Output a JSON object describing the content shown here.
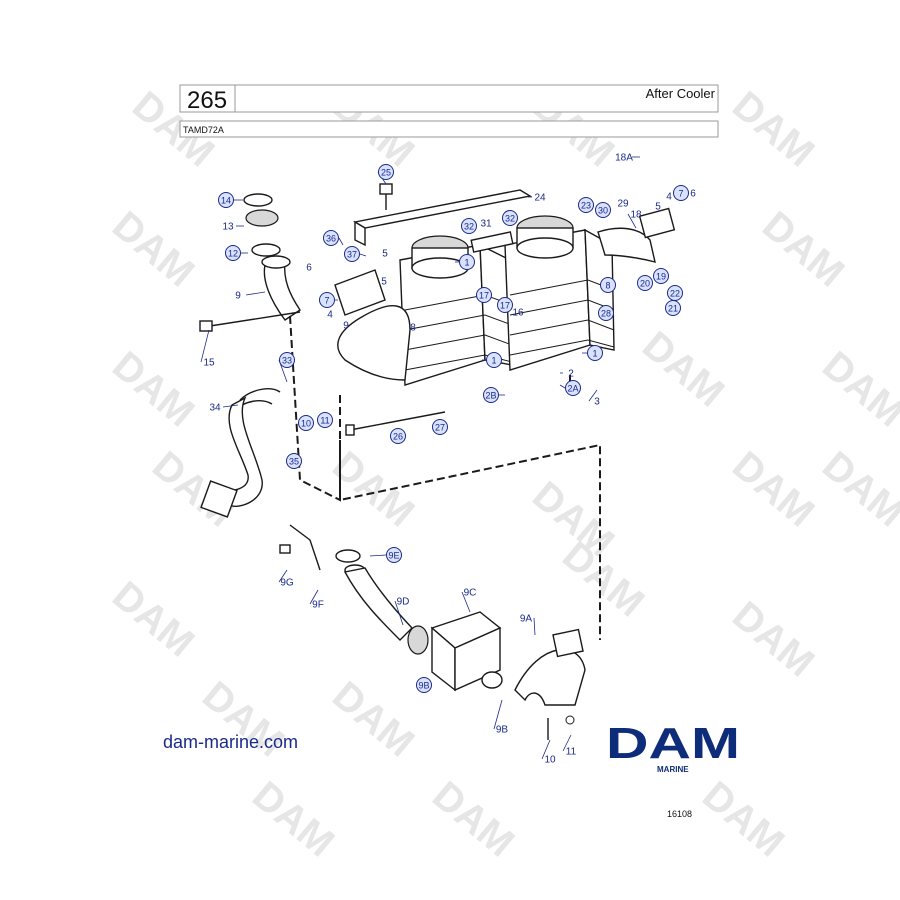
{
  "header": {
    "page_number": "265",
    "title": "After Cooler",
    "model": "TAMD72A"
  },
  "watermark": {
    "text": "DAM"
  },
  "footer": {
    "website": "dam-marine.com",
    "logo_text": "DAM",
    "logo_sub": "MARINE",
    "reference": "16108"
  },
  "callouts": [
    {
      "id": "c-14",
      "text": "14",
      "circled": true
    },
    {
      "id": "c-13",
      "text": "13",
      "circled": false
    },
    {
      "id": "c-12",
      "text": "12",
      "circled": true
    },
    {
      "id": "c-9a",
      "text": "9",
      "circled": false
    },
    {
      "id": "c-15",
      "text": "15",
      "circled": false
    },
    {
      "id": "c-6a",
      "text": "6",
      "circled": false
    },
    {
      "id": "c-7a",
      "text": "7",
      "circled": true
    },
    {
      "id": "c-4a",
      "text": "4",
      "circled": false
    },
    {
      "id": "c-9b",
      "text": "9",
      "circled": false
    },
    {
      "id": "c-36",
      "text": "36",
      "circled": true
    },
    {
      "id": "c-37",
      "text": "37",
      "circled": true
    },
    {
      "id": "c-5a",
      "text": "5",
      "circled": false
    },
    {
      "id": "c-5b",
      "text": "5",
      "circled": false
    },
    {
      "id": "c-8a",
      "text": "8",
      "circled": false
    },
    {
      "id": "c-25",
      "text": "25",
      "circled": true
    },
    {
      "id": "c-24",
      "text": "24",
      "circled": false
    },
    {
      "id": "c-32a",
      "text": "32",
      "circled": true
    },
    {
      "id": "c-31",
      "text": "31",
      "circled": false
    },
    {
      "id": "c-32b",
      "text": "32",
      "circled": true
    },
    {
      "id": "c-23",
      "text": "23",
      "circled": true
    },
    {
      "id": "c-30",
      "text": "30",
      "circled": true
    },
    {
      "id": "c-29",
      "text": "29",
      "circled": false
    },
    {
      "id": "c-18a",
      "text": "18A",
      "circled": false
    },
    {
      "id": "c-18",
      "text": "18",
      "circled": false
    },
    {
      "id": "c-5c",
      "text": "5",
      "circled": false
    },
    {
      "id": "c-4b",
      "text": "4",
      "circled": false
    },
    {
      "id": "c-7b",
      "text": "7",
      "circled": true
    },
    {
      "id": "c-6b",
      "text": "6",
      "circled": false
    },
    {
      "id": "c-19",
      "text": "19",
      "circled": true
    },
    {
      "id": "c-20",
      "text": "20",
      "circled": true
    },
    {
      "id": "c-22",
      "text": "22",
      "circled": true
    },
    {
      "id": "c-21",
      "text": "21",
      "circled": true
    },
    {
      "id": "c-8b",
      "text": "8",
      "circled": true
    },
    {
      "id": "c-28",
      "text": "28",
      "circled": true
    },
    {
      "id": "c-17a",
      "text": "17",
      "circled": true
    },
    {
      "id": "c-17b",
      "text": "17",
      "circled": true
    },
    {
      "id": "c-16",
      "text": "16",
      "circled": false
    },
    {
      "id": "c-1a",
      "text": "1",
      "circled": true
    },
    {
      "id": "c-1b",
      "text": "1",
      "circled": true
    },
    {
      "id": "c-1c",
      "text": "1",
      "circled": true
    },
    {
      "id": "c-2",
      "text": "2",
      "circled": false
    },
    {
      "id": "c-2a",
      "text": "2A",
      "circled": true
    },
    {
      "id": "c-2b",
      "text": "2B",
      "circled": true
    },
    {
      "id": "c-3",
      "text": "3",
      "circled": false
    },
    {
      "id": "c-33",
      "text": "33",
      "circled": true
    },
    {
      "id": "c-34",
      "text": "34",
      "circled": false
    },
    {
      "id": "c-10a",
      "text": "10",
      "circled": true
    },
    {
      "id": "c-11a",
      "text": "11",
      "circled": true
    },
    {
      "id": "c-35",
      "text": "35",
      "circled": true
    },
    {
      "id": "c-26",
      "text": "26",
      "circled": true
    },
    {
      "id": "c-27",
      "text": "27",
      "circled": true
    },
    {
      "id": "c-9e",
      "text": "9E",
      "circled": true
    },
    {
      "id": "c-9g",
      "text": "9G",
      "circled": false
    },
    {
      "id": "c-9f",
      "text": "9F",
      "circled": false
    },
    {
      "id": "c-9c",
      "text": "9C",
      "circled": false
    },
    {
      "id": "c-9d",
      "text": "9D",
      "circled": false
    },
    {
      "id": "c-9a2",
      "text": "9A",
      "circled": false
    },
    {
      "id": "c-9b2",
      "text": "9B",
      "circled": true
    },
    {
      "id": "c-9b3",
      "text": "9B",
      "circled": false
    },
    {
      "id": "c-10b",
      "text": "10",
      "circled": false
    },
    {
      "id": "c-11b",
      "text": "11",
      "circled": false
    }
  ]
}
